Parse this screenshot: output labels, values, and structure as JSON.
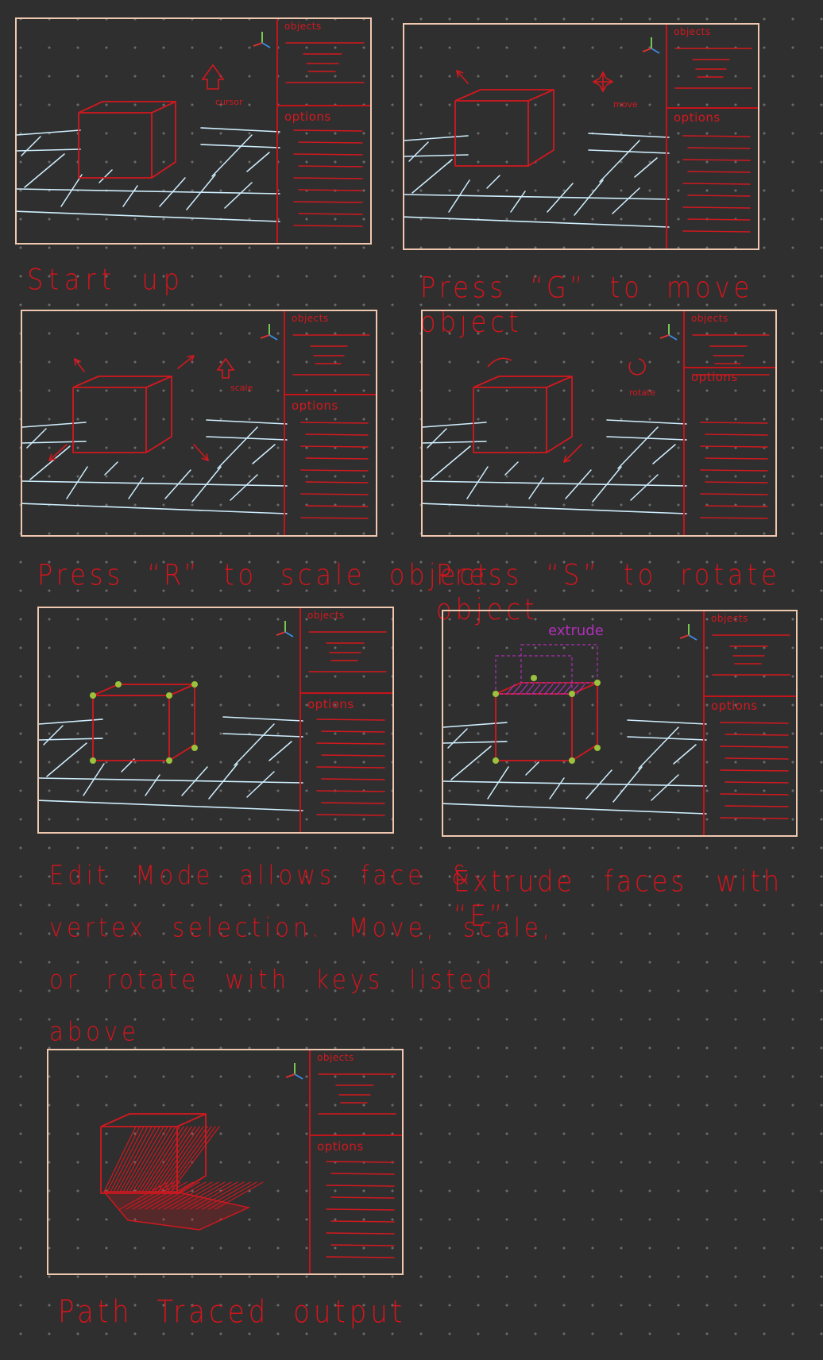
{
  "colors": {
    "background": "#2f2f2f",
    "frame": "#f0c8b0",
    "ink_red": "#d3181f",
    "grid_blue": "#cfefff",
    "vertex_green": "#9ac23c",
    "extrude_purple": "#b02fb8"
  },
  "panels": {
    "objects_label": "objects",
    "options_label": "options"
  },
  "frames": [
    {
      "id": "start-up",
      "caption": "Start up",
      "annotation": "cursor"
    },
    {
      "id": "move",
      "caption": "Press “G” to move object",
      "annotation": "move"
    },
    {
      "id": "scale",
      "caption": "Press “R” to scale object",
      "annotation": "scale"
    },
    {
      "id": "rotate",
      "caption": "Press “S” to rotate object",
      "annotation": "rotate"
    },
    {
      "id": "edit-mode",
      "caption_lines": [
        "Edit Mode allows face &",
        "vertex selection. Move, scale,",
        "or rotate with keys listed",
        "above"
      ]
    },
    {
      "id": "extrude",
      "caption": "Extrude faces with “E”",
      "annotation": "extrude"
    },
    {
      "id": "path-traced",
      "caption": "Path Traced output"
    }
  ],
  "icons": [
    "axis-gizmo-icon",
    "cursor-arrow-icon",
    "move-cross-icon",
    "scale-arrow-icon",
    "rotate-arrow-icon"
  ]
}
